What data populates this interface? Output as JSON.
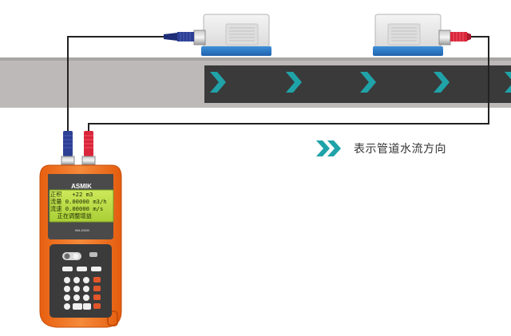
{
  "legend": {
    "text": "表示管道水流方向",
    "icon": "double-chevron-icon"
  },
  "meter": {
    "brand": "ASMIK",
    "model": "WM-2000H",
    "lcd_lines": [
      "正积   +22 m3",
      "流量 0.00000 m3/h",
      "流速 0.00000 m/s",
      "  正在调整增益"
    ]
  },
  "colors": {
    "pipe_gray": "#bdb9b8",
    "flow_band": "#3c3c3c",
    "chevron": "#1fa3a8",
    "meter_orange": "#f37021",
    "lcd_green": "#bfe04a",
    "plug_blue": "#2c3f94",
    "plug_red": "#d9263a",
    "wire": "#222222"
  }
}
